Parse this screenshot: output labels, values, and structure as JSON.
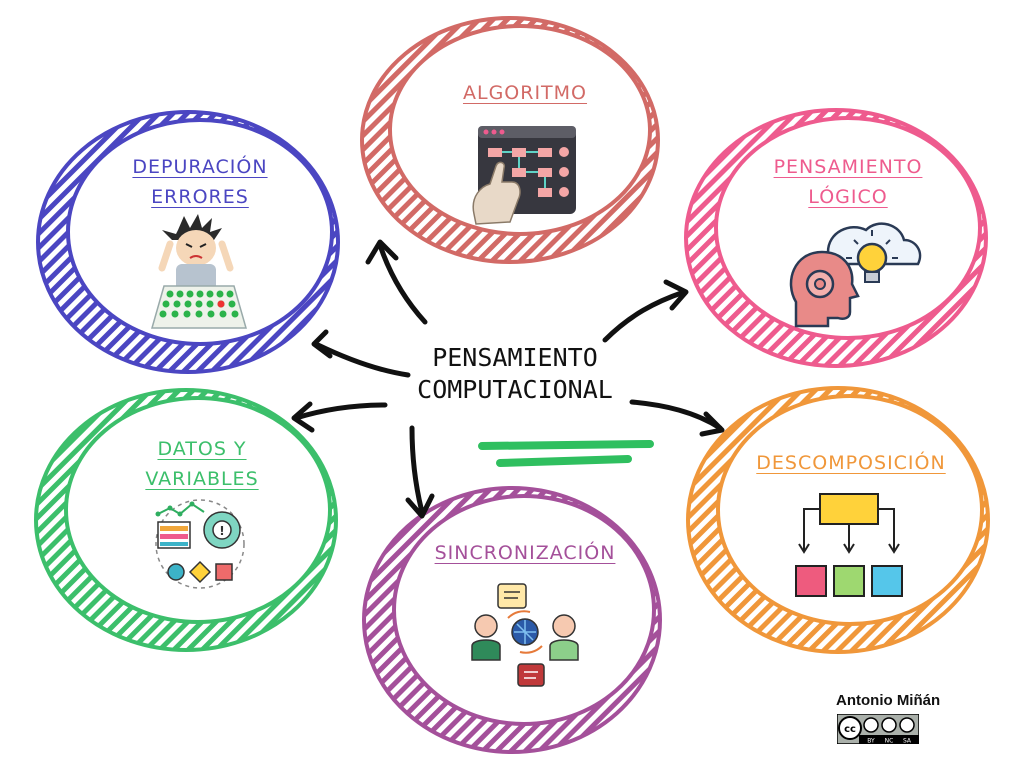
{
  "center": {
    "line1": "PENSAMIENTO",
    "line2": "COMPUTACIONAL"
  },
  "nodes": {
    "algoritmo": {
      "label": "ALGORITMO",
      "color": "#d26a66",
      "icon": "flowchart-touch-icon"
    },
    "depuracion": {
      "line1": "DEPURACIÓN",
      "line2": "ERRORES",
      "color": "#4b46c2",
      "icon": "frustrated-programmer-icon"
    },
    "pensamiento_logico": {
      "line1": "PENSAMIENTO",
      "line2": "LÓGICO",
      "color": "#ee5b8e",
      "icon": "brain-idea-icon"
    },
    "datos": {
      "line1": "DATOS Y",
      "line2": "VARIABLES",
      "color": "#3cbf6b",
      "icon": "data-variables-icon"
    },
    "sincronizacion": {
      "label": "SINCRONIZACIÓN",
      "color": "#a4509a",
      "icon": "communication-sync-icon"
    },
    "descomposicion": {
      "label": "DESCOMPOSICIÓN",
      "color": "#f0973a",
      "icon": "hierarchy-decomposition-icon"
    }
  },
  "author": "Antonio Miñán",
  "license": {
    "icon": "cc-by-nc-sa-icon",
    "parts": [
      "BY",
      "NC",
      "SA"
    ]
  }
}
